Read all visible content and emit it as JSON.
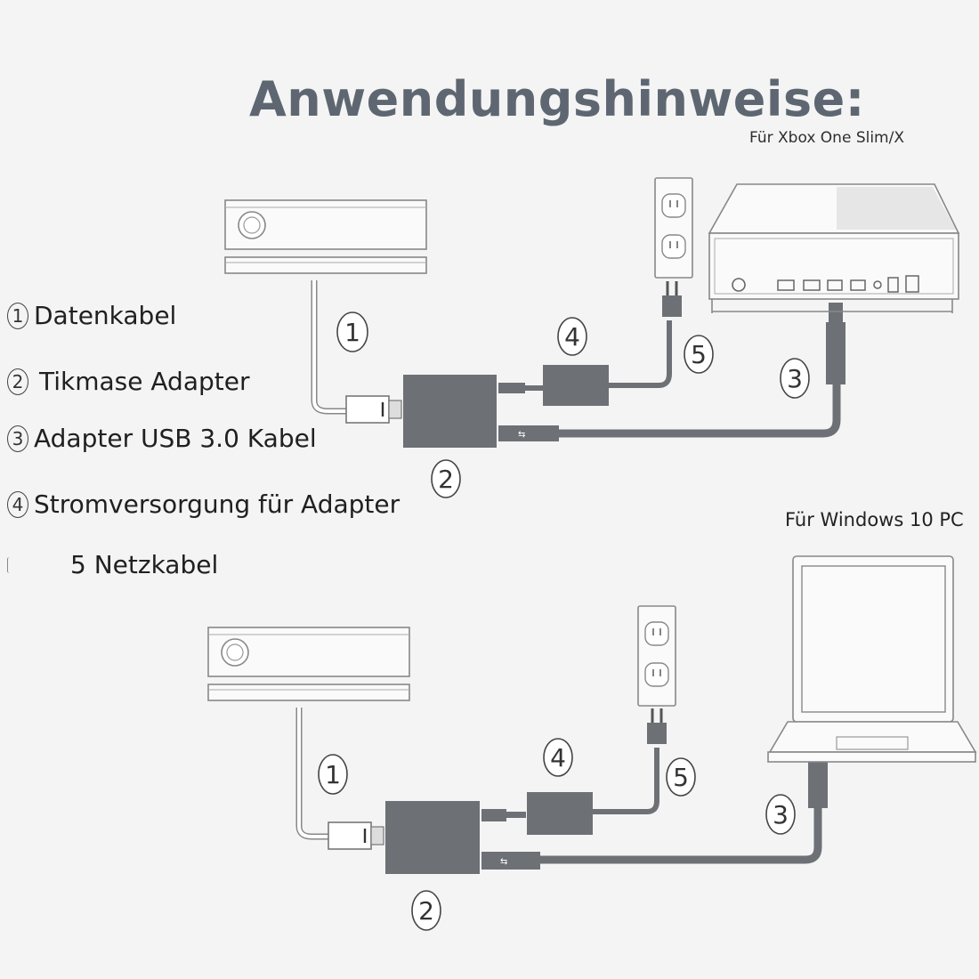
{
  "title": "Anwendungshinweise:",
  "subtitle_xbox": "Für Xbox One Slim/X",
  "subtitle_pc": "Für Windows 10 PC",
  "legend": [
    {
      "num": "1",
      "label": "Datenkabel"
    },
    {
      "num": "2",
      "label": "Tikmase Adapter"
    },
    {
      "num": "3",
      "label": "Adapter USB 3.0 Kabel"
    },
    {
      "num": "4",
      "label": "Stromversorgung für Adapter"
    },
    {
      "num": "",
      "label": "5 Netzkabel"
    }
  ],
  "callouts": [
    "1",
    "2",
    "3",
    "4",
    "5"
  ],
  "colors": {
    "title": "#5e6771",
    "cable": "#6b6f74",
    "device_fill": "#6d7176",
    "outline": "#888888",
    "background": "#f4f4f4"
  }
}
